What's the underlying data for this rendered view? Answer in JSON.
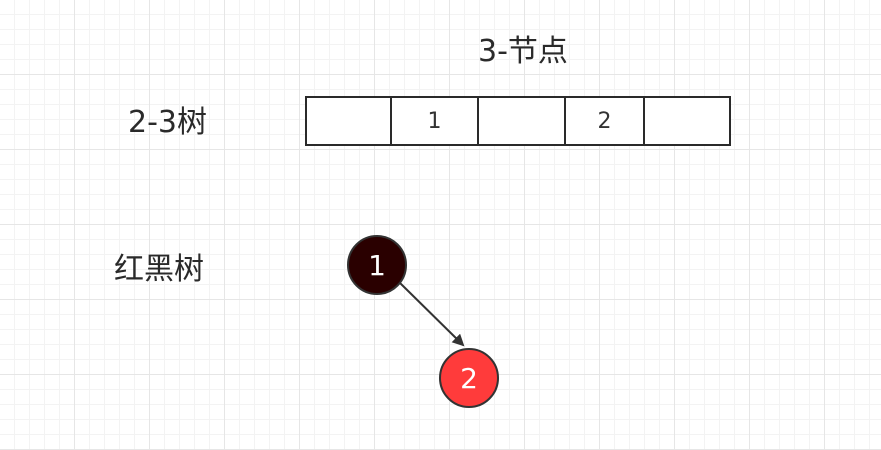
{
  "labels": {
    "three_node_title": "3-节点",
    "two_three_tree": "2-3树",
    "red_black_tree": "红黑树"
  },
  "three_node": {
    "cells": [
      "",
      "1",
      "",
      "2",
      ""
    ]
  },
  "rb_tree": {
    "nodes": [
      {
        "key": "1",
        "color": "black",
        "fill": "#2a0000"
      },
      {
        "key": "2",
        "color": "red",
        "fill": "#ff3b3b"
      }
    ]
  }
}
